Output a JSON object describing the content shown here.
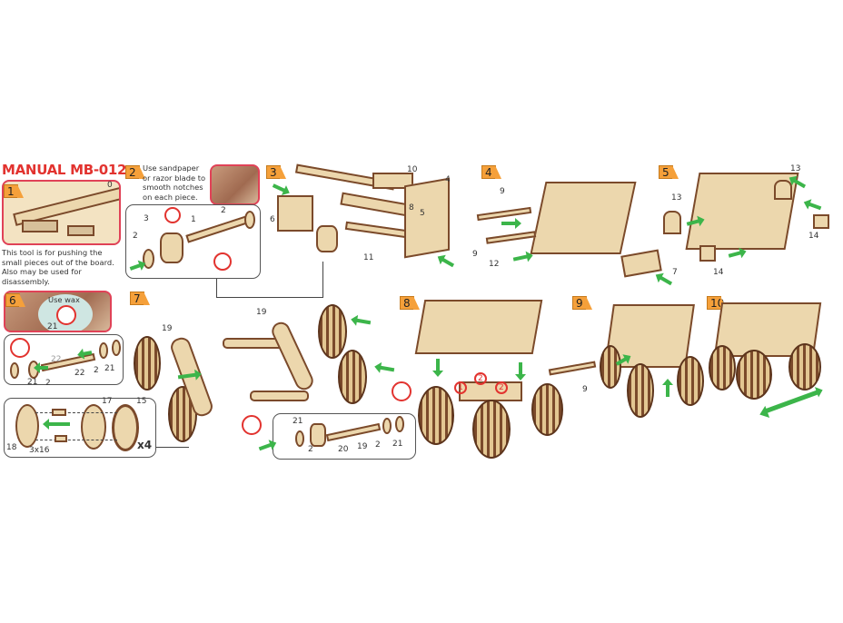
{
  "title": "MANUAL MB-012",
  "steps": {
    "s1": {
      "badge": "1",
      "parts": [
        "0"
      ],
      "note": [
        "This tool is for pushing the",
        "small pieces out of the board.",
        "Also may be used for",
        "disassembly."
      ]
    },
    "s2": {
      "badge": "2",
      "note": [
        "Use sandpaper",
        "or razor blade to",
        "smooth notches",
        "on each piece."
      ],
      "parts": [
        "3",
        "1",
        "2",
        "2"
      ]
    },
    "s3": {
      "badge": "3",
      "parts": [
        "10",
        "4",
        "8",
        "5",
        "6",
        "11"
      ]
    },
    "s4": {
      "badge": "4",
      "parts": [
        "9",
        "9",
        "12",
        "7"
      ]
    },
    "s5": {
      "badge": "5",
      "parts": [
        "13",
        "13",
        "14",
        "14"
      ]
    },
    "s6": {
      "badge": "6",
      "wax": "Use wax",
      "parts": [
        "21"
      ]
    },
    "s7": {
      "badge": "7",
      "parts": [
        "19",
        "19",
        "21",
        "2",
        "20",
        "19",
        "2",
        "21"
      ],
      "axle_box": [
        "22",
        "22",
        "21",
        "2",
        "2",
        "21"
      ],
      "wheel_box": [
        "17",
        "15",
        "18",
        "3x16"
      ],
      "multiplier": "x4"
    },
    "s8": {
      "badge": "8",
      "parts": [
        "1",
        "2",
        "2"
      ]
    },
    "s9": {
      "badge": "9",
      "parts": [
        "9"
      ]
    },
    "s10": {
      "badge": "10"
    }
  },
  "colors": {
    "accent": "#e2332f",
    "badge": "#f5a03a",
    "arrow": "#3cb54a",
    "wood": "#ecd7ad"
  }
}
